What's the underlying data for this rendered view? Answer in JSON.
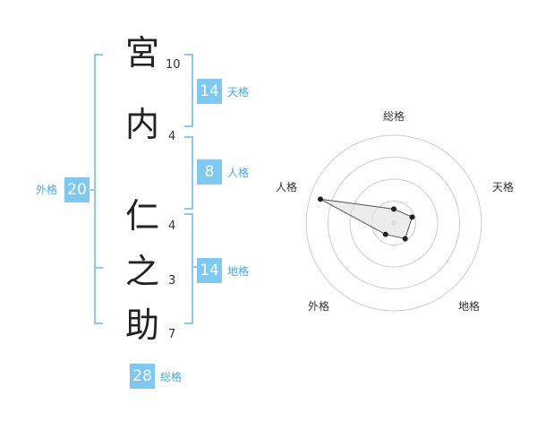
{
  "name_chars": [
    {
      "char": "宮",
      "strokes": "10"
    },
    {
      "char": "内",
      "strokes": "4"
    },
    {
      "char": "仁",
      "strokes": "4"
    },
    {
      "char": "之",
      "strokes": "3"
    },
    {
      "char": "助",
      "strokes": "7"
    }
  ],
  "tenkaku": {
    "value": "14",
    "label": "天格"
  },
  "jinkaku": {
    "value": "8",
    "label": "人格"
  },
  "chikaku": {
    "value": "14",
    "label": "地格"
  },
  "gaikaku": {
    "value": "20",
    "label": "外格"
  },
  "soukaku": {
    "value": "28",
    "label": "総格"
  },
  "radar": {
    "axes": [
      "総格",
      "天格",
      "地格",
      "外格",
      "人格"
    ],
    "values": [
      0.16,
      0.22,
      0.22,
      0.16,
      0.88
    ],
    "colors": {
      "ring": "#cccccc",
      "fill": "#e4e4e4",
      "point": "#222222"
    }
  }
}
